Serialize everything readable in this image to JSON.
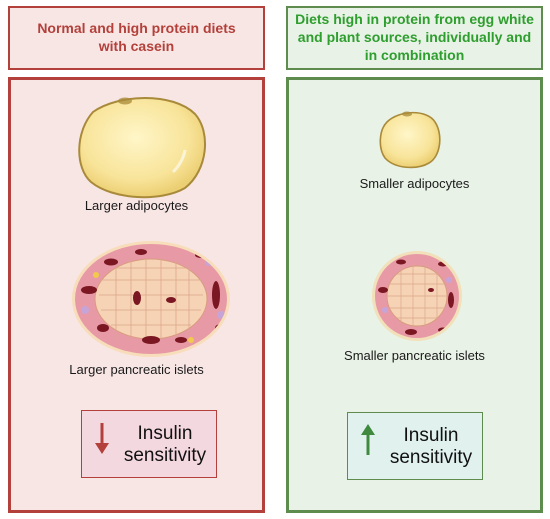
{
  "left": {
    "header_line1": "Normal and high protein diets",
    "header_line2": "with casein",
    "adipocyte_label": "Larger adipocytes",
    "islet_label": "Larger pancreatic islets",
    "insulin_line1": "Insulin",
    "insulin_line2": "sensitivity",
    "arrow_direction": "down",
    "accent_color": "#b3403a"
  },
  "right": {
    "header_line1": "Diets high in protein from egg white",
    "header_line2": "and plant sources, individually and",
    "header_line3": "in combination",
    "adipocyte_label": "Smaller adipocytes",
    "islet_label": "Smaller pancreatic islets",
    "insulin_line1": "Insulin",
    "insulin_line2": "sensitivity",
    "arrow_direction": "up",
    "accent_color": "#2e9e2e"
  }
}
